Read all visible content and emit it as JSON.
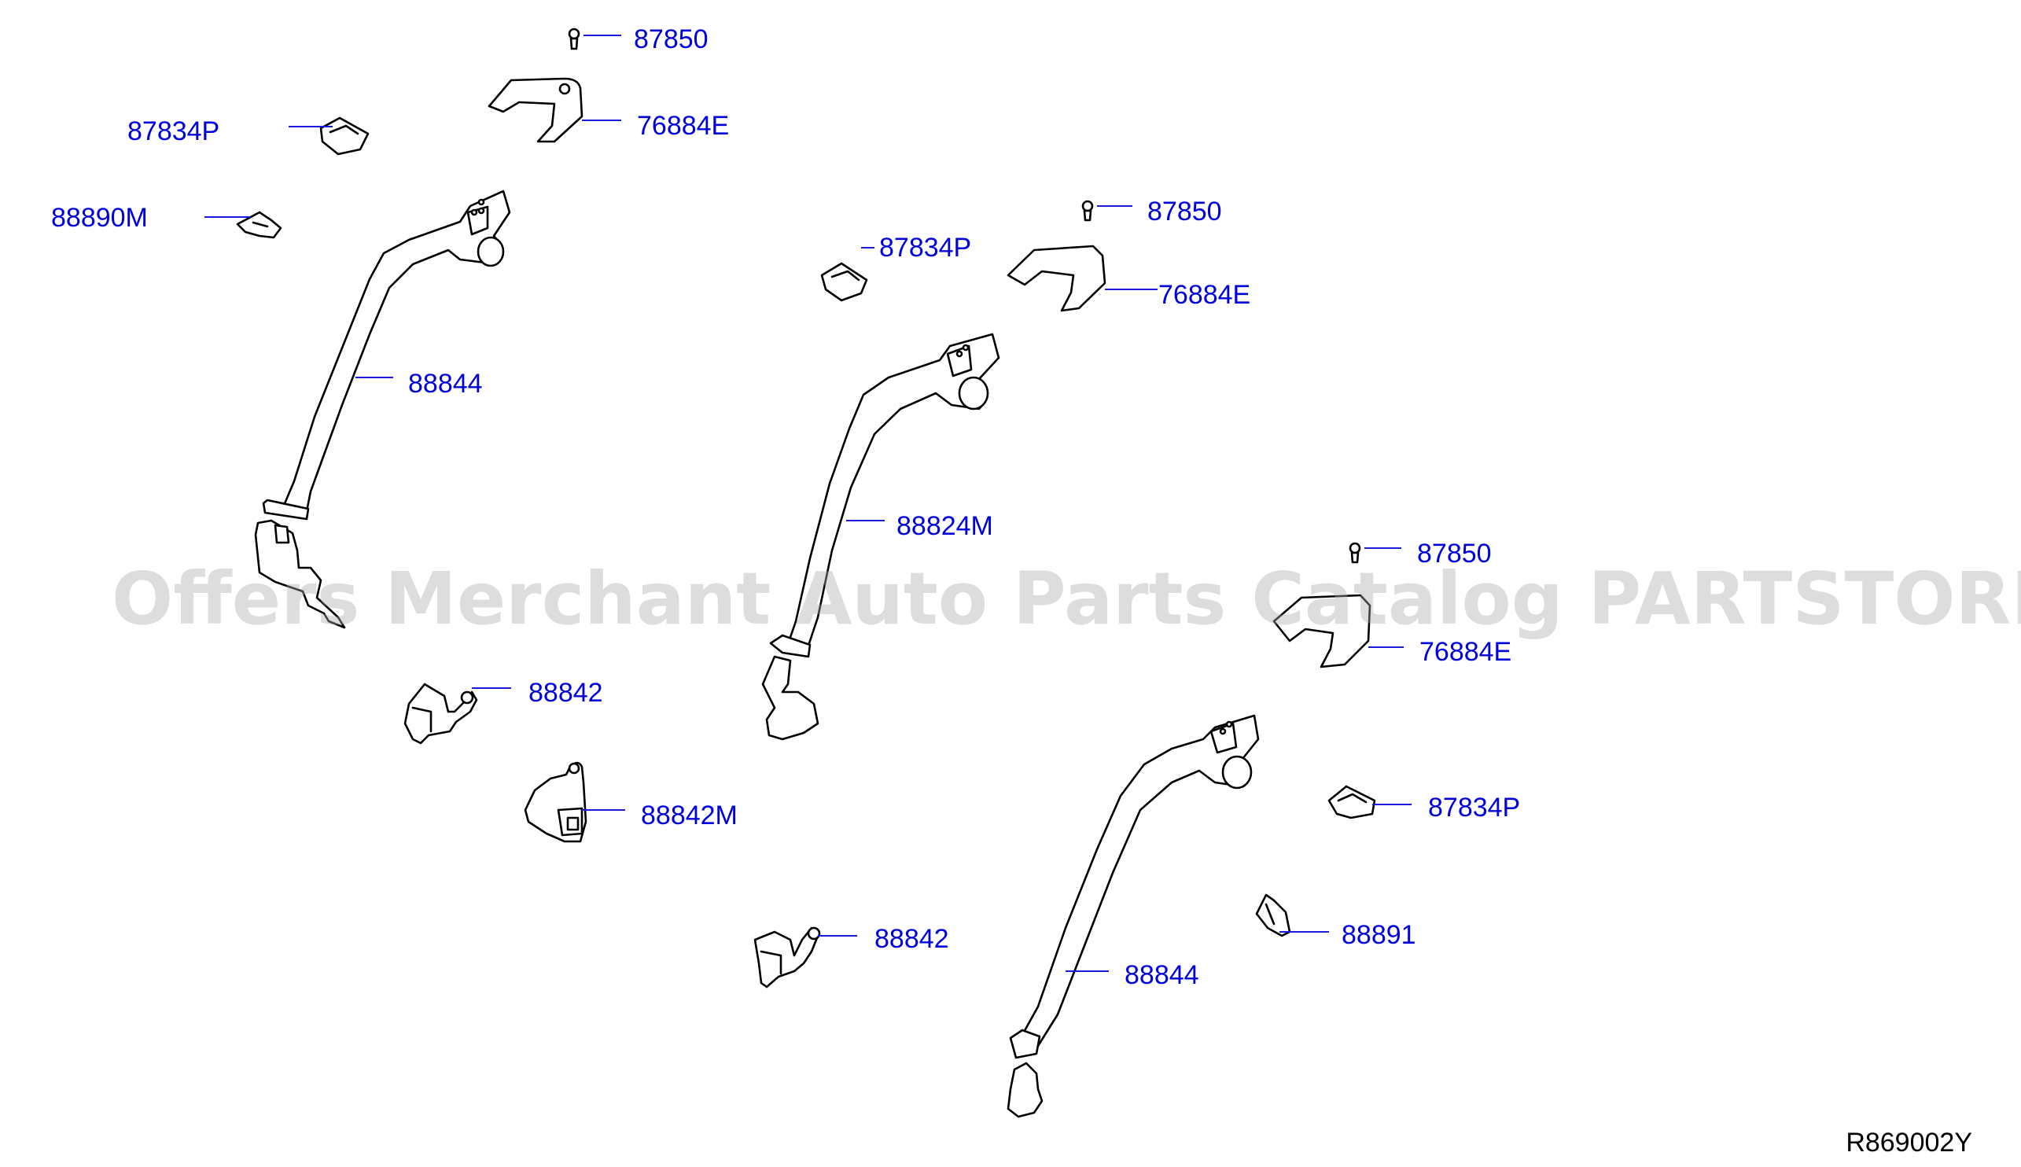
{
  "diagram": {
    "reference_code": "R869002Y",
    "watermark": "Offers Merchant Auto Parts Catalog PARTSTORE.SA",
    "callouts": [
      {
        "id": "c1",
        "label": "87850"
      },
      {
        "id": "c2",
        "label": "76884E"
      },
      {
        "id": "c3",
        "label": "87834P"
      },
      {
        "id": "c4",
        "label": "88890M"
      },
      {
        "id": "c5",
        "label": "88844"
      },
      {
        "id": "c6",
        "label": "87850"
      },
      {
        "id": "c7",
        "label": "87834P"
      },
      {
        "id": "c8",
        "label": "76884E"
      },
      {
        "id": "c9",
        "label": "88824M"
      },
      {
        "id": "c10",
        "label": "87850"
      },
      {
        "id": "c11",
        "label": "76884E"
      },
      {
        "id": "c12",
        "label": "88842"
      },
      {
        "id": "c13",
        "label": "88842M"
      },
      {
        "id": "c14",
        "label": "87834P"
      },
      {
        "id": "c15",
        "label": "88842"
      },
      {
        "id": "c16",
        "label": "88891"
      },
      {
        "id": "c17",
        "label": "88844"
      }
    ]
  },
  "colors": {
    "callout_text": "#0000dd",
    "leader_line": "#1a1adb",
    "part_outline": "#000000",
    "watermark": "#aaaaaa"
  }
}
